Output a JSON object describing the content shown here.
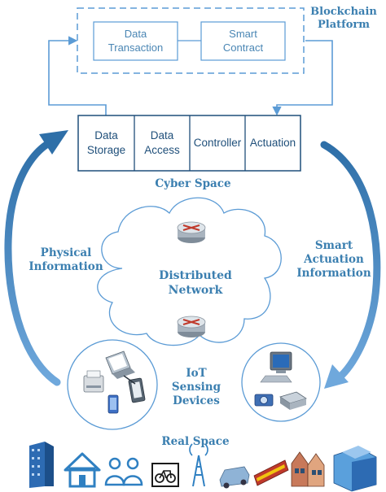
{
  "blockchain": {
    "title_line1": "Blockchain",
    "title_line2": "Platform",
    "box1_line1": "Data",
    "box1_line2": "Transaction",
    "box2_line1": "Smart",
    "box2_line2": "Contract"
  },
  "cyber": {
    "modules": [
      {
        "line1": "Data",
        "line2": "Storage"
      },
      {
        "line1": "Data",
        "line2": "Access"
      },
      {
        "line1": "Controller",
        "line2": ""
      },
      {
        "line1": "Actuation",
        "line2": ""
      }
    ],
    "label": "Cyber Space"
  },
  "left_label": {
    "line1": "Physical",
    "line2": "Information"
  },
  "right_label": {
    "line1": "Smart",
    "line2": "Actuation",
    "line3": "Information"
  },
  "cloud": {
    "line1": "Distributed",
    "line2": "Network"
  },
  "iot": {
    "line1": "IoT",
    "line2": "Sensing",
    "line3": "Devices"
  },
  "real_space": "Real Space",
  "colors": {
    "accent": "#3b7fb0",
    "line": "#5b9bd5",
    "dark_border": "#1f4f7a"
  }
}
